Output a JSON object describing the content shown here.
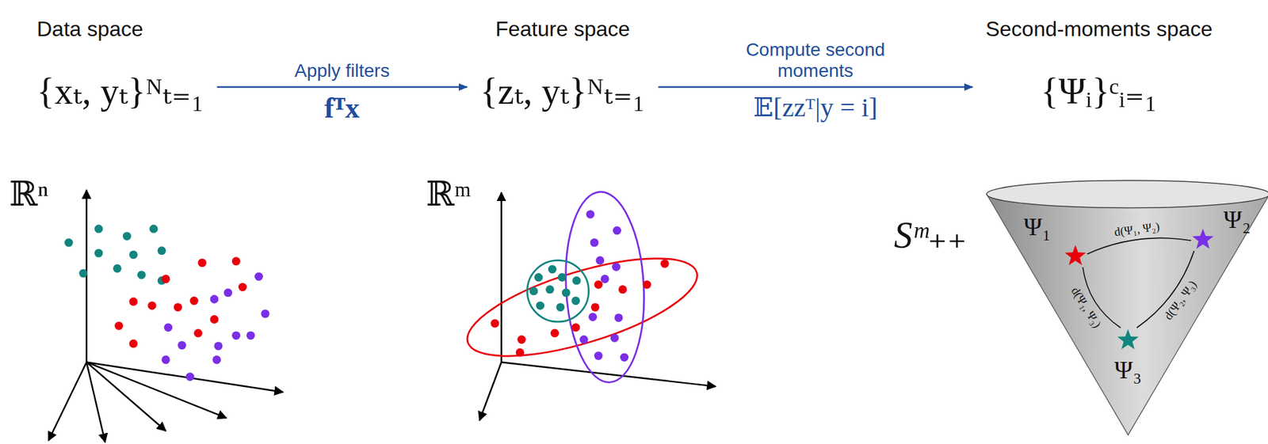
{
  "diagram": {
    "nodes": [
      {
        "text": [
          "Data space",
          "{xₜ, yₜ}ᴺₜ₌₁"
        ]
      },
      {
        "text": [
          "Feature space",
          "{zₜ, yₜ}ᴺₜ₌₁"
        ]
      },
      {
        "text": [
          "Second-moments space",
          "{Ψᵢ}ᶜᵢ₌₁"
        ]
      },
      {
        "text": [
          "Ψ₁"
        ]
      },
      {
        "text": [
          "Ψ₂"
        ]
      },
      {
        "text": [
          "Ψ₃"
        ]
      }
    ],
    "edges": [
      {
        "from": 0,
        "to": 1,
        "arrow": "to",
        "label": "Apply filters"
      },
      {
        "from": 1,
        "to": 2,
        "arrow": "to",
        "label": "Compute second moments"
      },
      {
        "from": 3,
        "to": 4,
        "arrow": "none",
        "label": "d(Ψ₁, Ψ₂)"
      },
      {
        "from": 3,
        "to": 5,
        "arrow": "none",
        "label": "d(Ψ₁, Ψ₃)"
      },
      {
        "from": 4,
        "to": 5,
        "arrow": "none",
        "label": "d(Ψ₂, Ψ₃)"
      }
    ],
    "labels": [
      "fᵀx",
      "𝔼[zzᵀ|y = i]",
      "ℝⁿ",
      "ℝᵐ",
      "Sᵐ₊₊"
    ]
  }
}
